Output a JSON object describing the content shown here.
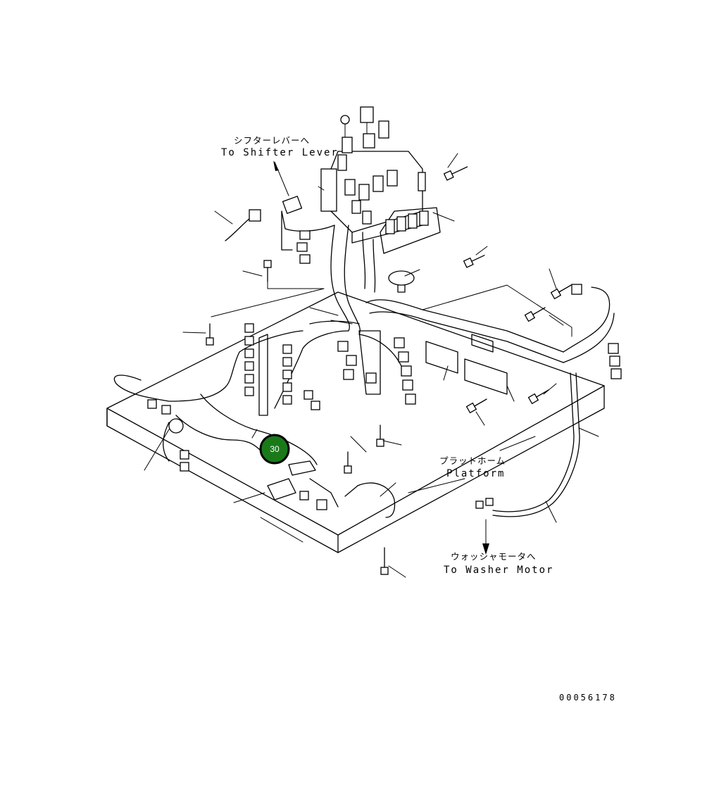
{
  "labels": {
    "shifter_jp": "シフターレバーへ",
    "shifter_en": "To Shifter Lever",
    "platform_jp": "プラットホーム",
    "platform_en": "Platform",
    "washer_jp": "ウォッシャモータへ",
    "washer_en": "To Washer Motor"
  },
  "callout": {
    "number": "30",
    "color": "#1a7a1a"
  },
  "document_number": "00056178"
}
